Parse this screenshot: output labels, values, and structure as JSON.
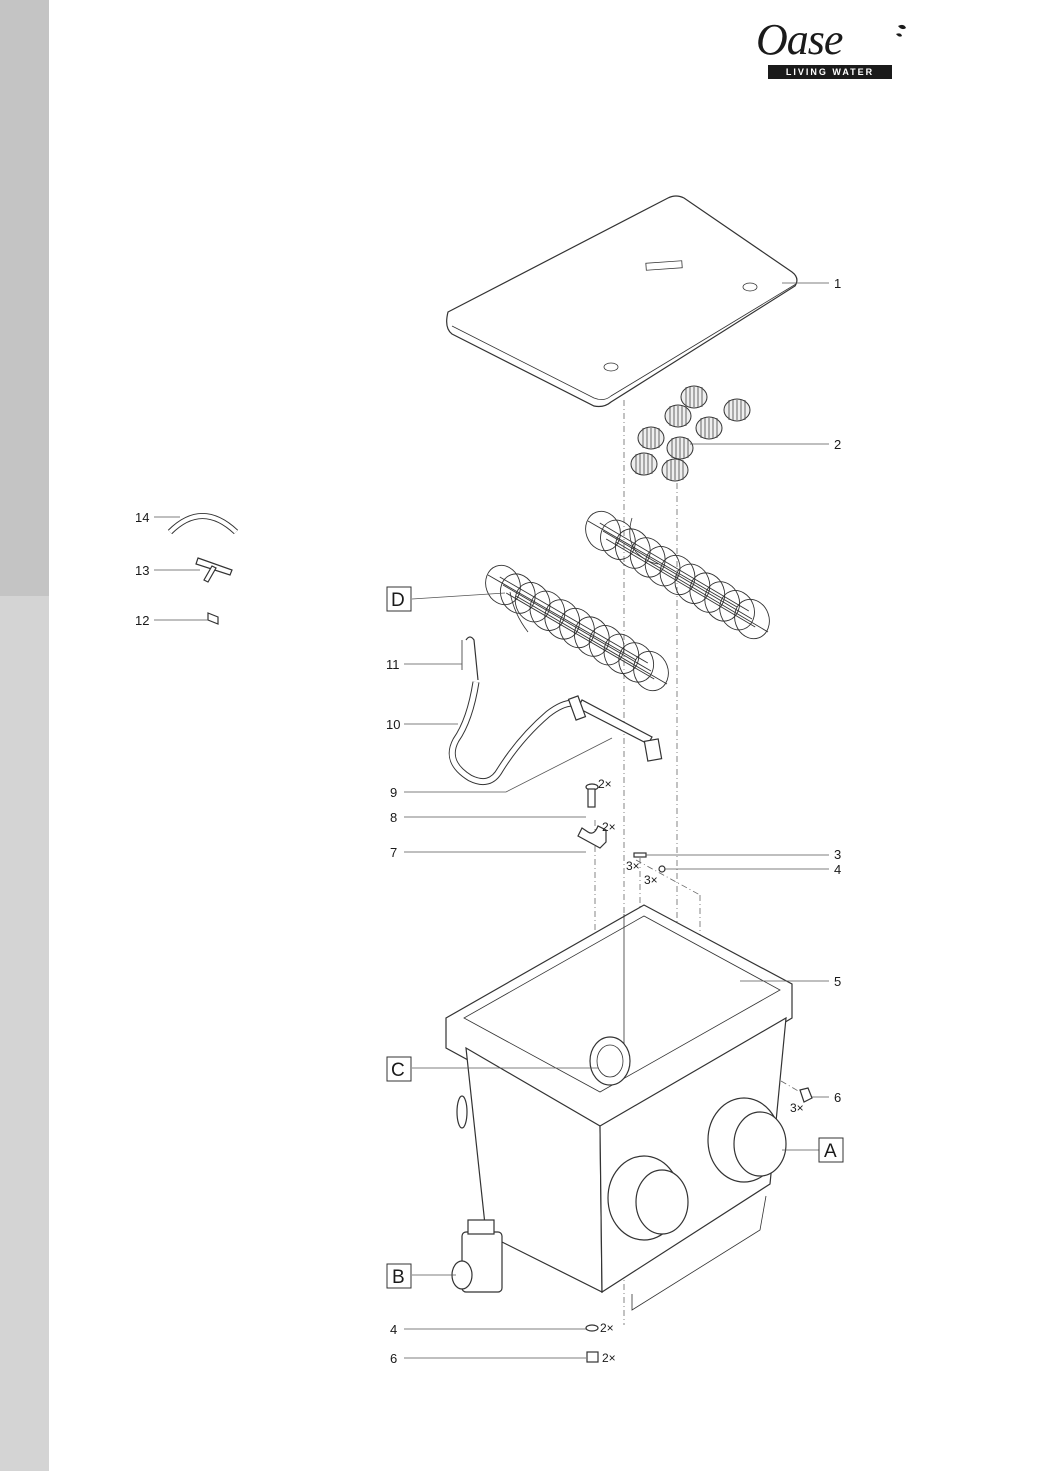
{
  "brand": {
    "name": "Oase",
    "tagline": "LIVING WATER"
  },
  "callouts": {
    "c1": "1",
    "c2": "2",
    "c3": "3",
    "c4a": "4",
    "c5": "5",
    "c6a": "6",
    "c7": "7",
    "c8": "8",
    "c9": "9",
    "c10": "10",
    "c11": "11",
    "c12": "12",
    "c13": "13",
    "c14": "14",
    "c4b": "4",
    "c6b": "6"
  },
  "quantities": {
    "q9": "2×",
    "q7": "2×",
    "q3": "3×",
    "q4": "3×",
    "q6": "3×",
    "q4b": "2×",
    "q6b": "2×"
  },
  "boxed_labels": {
    "A": "A",
    "B": "B",
    "C": "C",
    "D": "D"
  }
}
